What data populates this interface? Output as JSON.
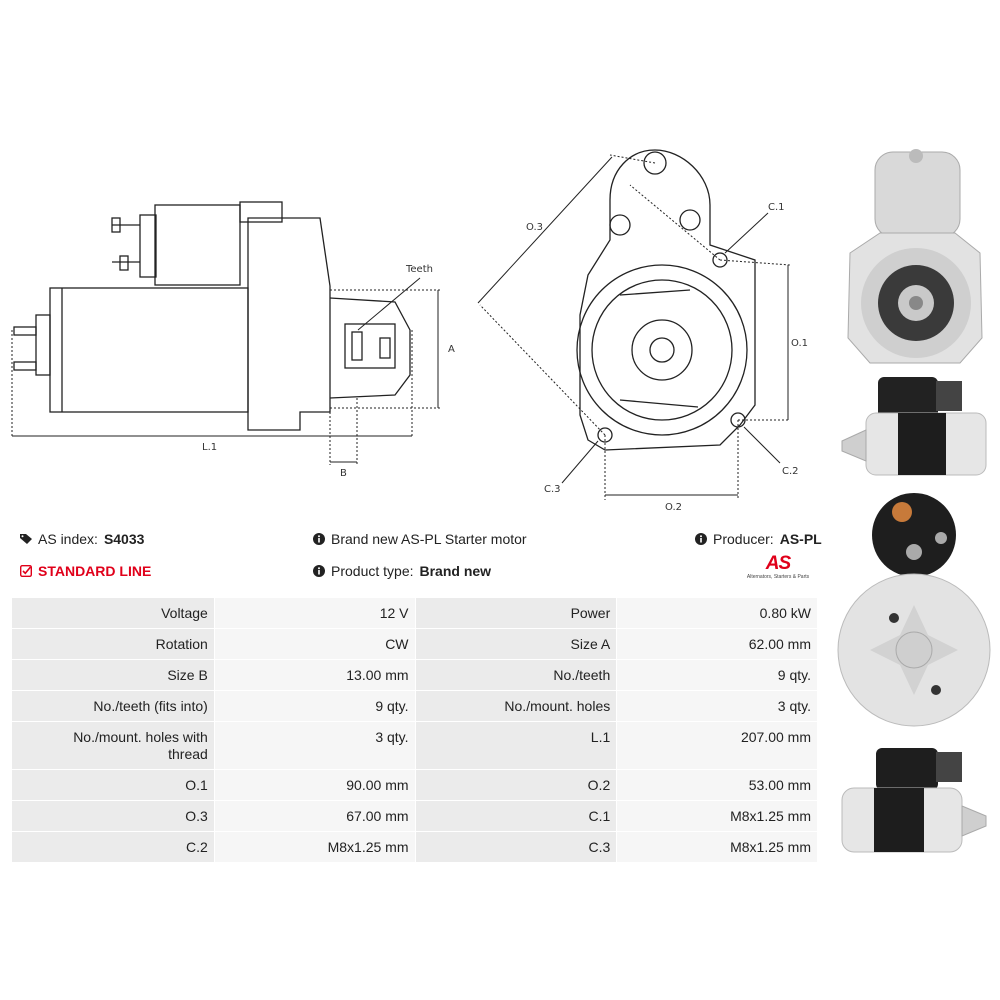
{
  "drawing": {
    "teeth_label": "Teeth",
    "dim_a": "A",
    "dim_b": "B",
    "dim_l1": "L.1",
    "dim_o1": "O.1",
    "dim_o2": "O.2",
    "dim_o3": "O.3",
    "dim_c1": "C.1",
    "dim_c2": "C.2",
    "dim_c3": "C.3"
  },
  "info": {
    "as_index_label": "AS index:",
    "as_index_value": "S4033",
    "line_label": "STANDARD LINE",
    "description": "Brand new AS-PL Starter motor",
    "product_type_label": "Product type:",
    "product_type_value": "Brand new",
    "producer_label": "Producer:",
    "producer_value": "AS-PL",
    "logo_text": "AS",
    "logo_tagline": "Alternators, Starters & Parts"
  },
  "colors": {
    "accent_red": "#e0001a",
    "label_cell": "#ebebeb",
    "value_cell": "#f6f6f6"
  },
  "specs": [
    [
      "Voltage",
      "12 V",
      "Power",
      "0.80 kW"
    ],
    [
      "Rotation",
      "CW",
      "Size A",
      "62.00 mm"
    ],
    [
      "Size B",
      "13.00 mm",
      "No./teeth",
      "9 qty."
    ],
    [
      "No./teeth (fits into)",
      "9 qty.",
      "No./mount. holes",
      "3 qty."
    ],
    [
      "No./mount. holes with thread",
      "3 qty.",
      "L.1",
      "207.00 mm"
    ],
    [
      "O.1",
      "90.00 mm",
      "O.2",
      "53.00 mm"
    ],
    [
      "O.3",
      "67.00 mm",
      "C.1",
      "M8x1.25 mm"
    ],
    [
      "C.2",
      "M8x1.25 mm",
      "C.3",
      "M8x1.25 mm"
    ]
  ]
}
